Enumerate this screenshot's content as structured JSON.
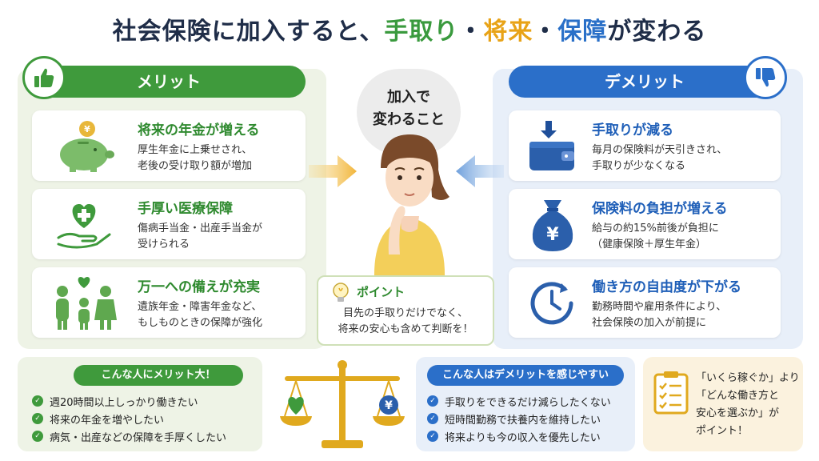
{
  "title": {
    "part1": "社会保険に加入すると、",
    "keyword1": "手取り",
    "sep1": "・",
    "keyword2": "将来",
    "sep2": "・",
    "keyword3": "保障",
    "part2": "が変わる"
  },
  "colors": {
    "merit_green": "#3f9a3c",
    "demerit_blue": "#2b6fc9",
    "accent_orange": "#e8a317"
  },
  "merit": {
    "header": "メリット",
    "items": [
      {
        "title": "将来の年金が増える",
        "desc1": "厚生年金に上乗せされ、",
        "desc2": "老後の受け取り額が増加",
        "icon": "piggy-bank-icon"
      },
      {
        "title": "手厚い医療保障",
        "desc1": "傷病手当金・出産手当金が",
        "desc2": "受けられる",
        "icon": "medical-hand-icon"
      },
      {
        "title": "万一への備えが充実",
        "desc1": "遺族年金・障害年金など、",
        "desc2": "もしものときの保障が強化",
        "icon": "family-icon"
      }
    ]
  },
  "demerit": {
    "header": "デメリット",
    "items": [
      {
        "title": "手取りが減る",
        "desc1": "毎月の保険料が天引きされ、",
        "desc2": "手取りが少なくなる",
        "icon": "wallet-icon"
      },
      {
        "title": "保険料の負担が増える",
        "desc1": "給与の約15%前後が負担に",
        "desc2": "（健康保険＋厚生年金）",
        "icon": "money-bag-icon"
      },
      {
        "title": "働き方の自由度が下がる",
        "desc1": "勤務時間や雇用条件により、",
        "desc2": "社会保険の加入が前提に",
        "icon": "clock-icon"
      }
    ]
  },
  "center": {
    "bubble_line1": "加入で",
    "bubble_line2": "変わること",
    "point_title": "ポイント",
    "point_desc1": "目先の手取りだけでなく、",
    "point_desc2": "将来の安心も含めて判断を！"
  },
  "bottom": {
    "merit_pill_a": "こんな人に",
    "merit_pill_b": "メリット大！",
    "merit_list": [
      "週20時間以上しっかり働きたい",
      "将来の年金を増やしたい",
      "病気・出産などの保障を手厚くしたい"
    ],
    "demerit_pill_a": "こんな人は",
    "demerit_pill_b": "デメリットを感じやすい",
    "demerit_list": [
      "手取りをできるだけ減らしたくない",
      "短時間勤務で扶養内を維持したい",
      "将来よりも今の収入を優先したい"
    ],
    "point_lines": [
      "「いくら稼ぐか」より",
      "「どんな働き方と",
      "安心を選ぶか」が",
      "ポイント！"
    ]
  }
}
